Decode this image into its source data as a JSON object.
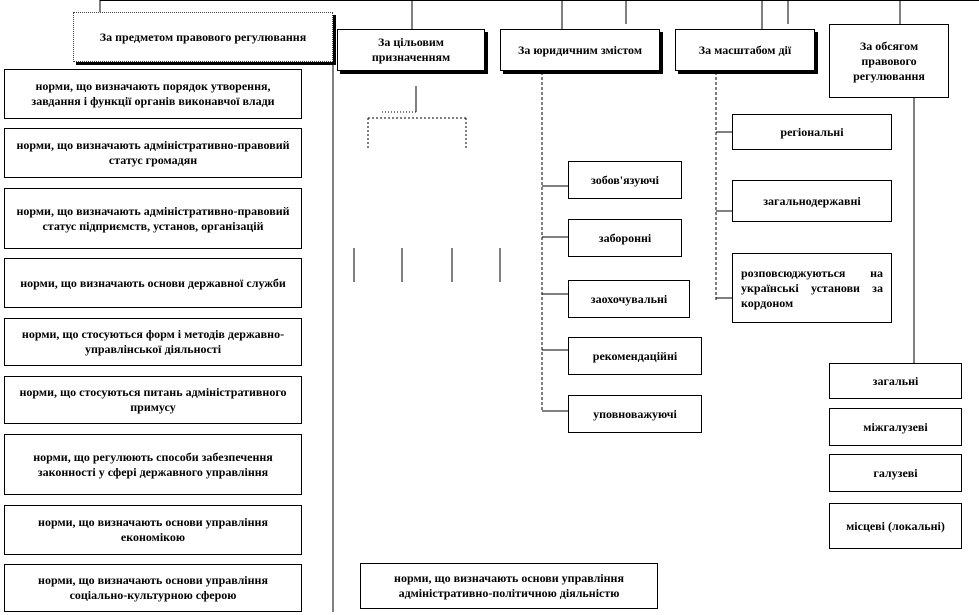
{
  "header_boxes": [
    {
      "id": "subject",
      "label": "За предметом правового регулювання"
    },
    {
      "id": "purpose",
      "label": "За цільовим призначенням"
    },
    {
      "id": "legal",
      "label": "За юридичним змістом"
    },
    {
      "id": "scale",
      "label": "За масштабом дії"
    },
    {
      "id": "scope",
      "label": "За обсягом правового регулювання"
    }
  ],
  "subject_items": [
    "норми, що визначають порядок утворення, завдання і функції органів виконавчої влади",
    "норми, що визначають адміністративно-правовий статус громадян",
    "норми, що визначають адміністративно-правовий статус підприємств, установ, організацій",
    "норми, що визначають основи державної служби",
    "норми, що стосуються форм і методів державно-управлінської діяльності",
    "норми, що стосуються питань адміністративного примусу",
    "норми, що регулюють способи забезпечення законності у сфері державного управління",
    "норми, що визначають основи управління економікою",
    "норми, що визначають основи управління соціально-культурною сферою"
  ],
  "bottom_box": "норми, що визначають основи управління адміністративно-політичною діяльністю",
  "legal_items": [
    "зобов'язуючі",
    "заборонні",
    "заохочувальні",
    "рекомендаційні",
    "уповноважуючі"
  ],
  "scale_items": [
    "регіональні",
    "загальнодержавні",
    "розповсюджуються на українські установи за кордоном"
  ],
  "scope_items": [
    "загальні",
    "міжгалузеві",
    "галузеві",
    "місцеві (локальні)"
  ]
}
